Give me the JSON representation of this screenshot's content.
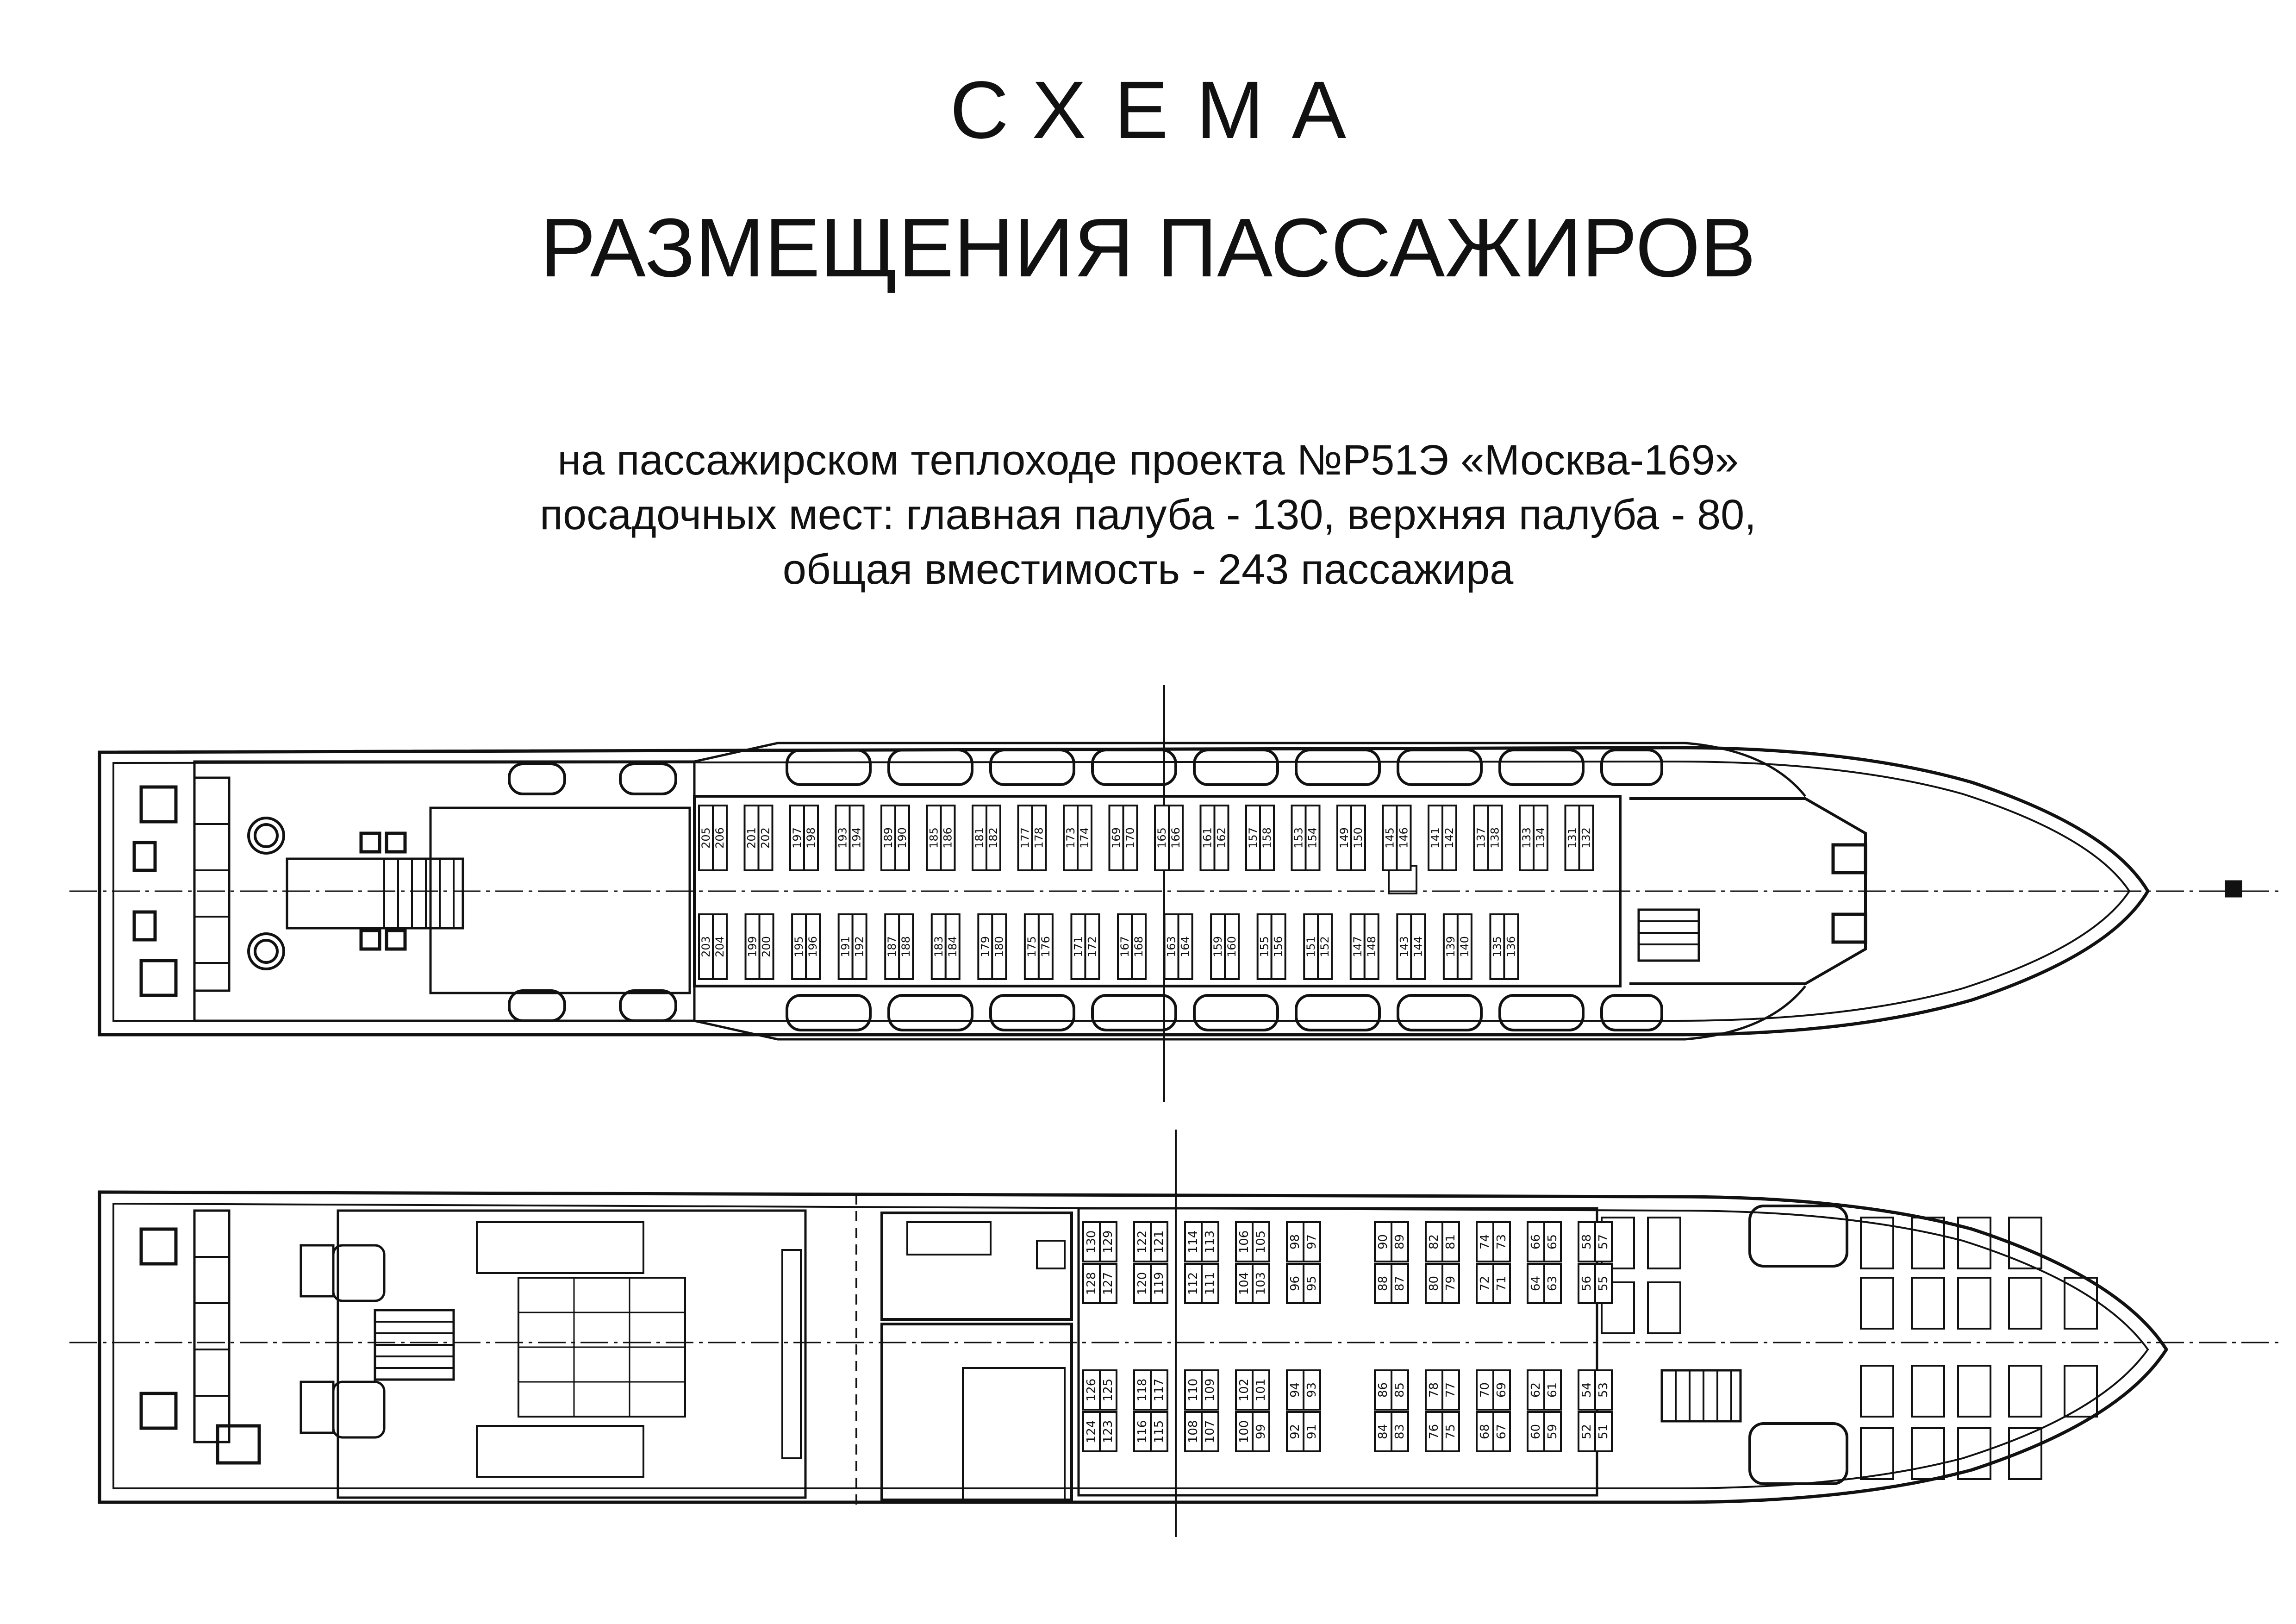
{
  "title": {
    "line1": "СХЕМА",
    "line2": "РАЗМЕЩЕНИЯ ПАССАЖИРОВ"
  },
  "subtitle": {
    "line1": "на пассажирском теплоходе проекта №Р51Э «Москва-169»",
    "line2": "посадочных мест: главная палуба - 130, верхняя палуба - 80,",
    "line3": "общая вместимость - 243 пассажира"
  },
  "colors": {
    "ink": "#111111",
    "paper": "#ffffff"
  },
  "upper_deck": {
    "upper_row_pairs": [
      [
        "205",
        "206"
      ],
      [
        "201",
        "202"
      ],
      [
        "197",
        "198"
      ],
      [
        "193",
        "194"
      ],
      [
        "189",
        "190"
      ],
      [
        "185",
        "186"
      ],
      [
        "181",
        "182"
      ],
      [
        "177",
        "178"
      ],
      [
        "173",
        "174"
      ],
      [
        "169",
        "170"
      ],
      [
        "165",
        "166"
      ],
      [
        "161",
        "162"
      ],
      [
        "157",
        "158"
      ],
      [
        "153",
        "154"
      ],
      [
        "149",
        "150"
      ],
      [
        "145",
        "146"
      ],
      [
        "141",
        "142"
      ],
      [
        "137",
        "138"
      ],
      [
        "133",
        "134"
      ],
      [
        "131",
        "132"
      ]
    ],
    "lower_row_pairs": [
      [
        "203",
        "204"
      ],
      [
        "199",
        "200"
      ],
      [
        "195",
        "196"
      ],
      [
        "191",
        "192"
      ],
      [
        "187",
        "188"
      ],
      [
        "183",
        "184"
      ],
      [
        "179",
        "180"
      ],
      [
        "175",
        "176"
      ],
      [
        "171",
        "172"
      ],
      [
        "167",
        "168"
      ],
      [
        "163",
        "164"
      ],
      [
        "159",
        "160"
      ],
      [
        "155",
        "156"
      ],
      [
        "151",
        "152"
      ],
      [
        "147",
        "148"
      ],
      [
        "143",
        "144"
      ],
      [
        "139",
        "140"
      ],
      [
        "135",
        "136"
      ]
    ]
  },
  "main_deck": {
    "upper_columns": [
      [
        "130",
        "129",
        "128",
        "127"
      ],
      [
        "122",
        "121",
        "120",
        "119"
      ],
      [
        "114",
        "113",
        "112",
        "111"
      ],
      [
        "106",
        "105",
        "104",
        "103"
      ],
      [
        "98",
        "97",
        "96",
        "95"
      ],
      [
        "90",
        "89",
        "88",
        "87"
      ],
      [
        "82",
        "81",
        "80",
        "79"
      ],
      [
        "74",
        "73",
        "72",
        "71"
      ],
      [
        "66",
        "65",
        "64",
        "63"
      ],
      [
        "58",
        "57",
        "56",
        "55"
      ]
    ],
    "lower_columns": [
      [
        "126",
        "125",
        "124",
        "123"
      ],
      [
        "118",
        "117",
        "116",
        "115"
      ],
      [
        "110",
        "109",
        "108",
        "107"
      ],
      [
        "102",
        "101",
        "100",
        "99"
      ],
      [
        "94",
        "93",
        "92",
        "91"
      ],
      [
        "86",
        "85",
        "84",
        "83"
      ],
      [
        "78",
        "77",
        "76",
        "75"
      ],
      [
        "70",
        "69",
        "68",
        "67"
      ],
      [
        "62",
        "61",
        "60",
        "59"
      ],
      [
        "54",
        "53",
        "52",
        "51"
      ]
    ]
  }
}
